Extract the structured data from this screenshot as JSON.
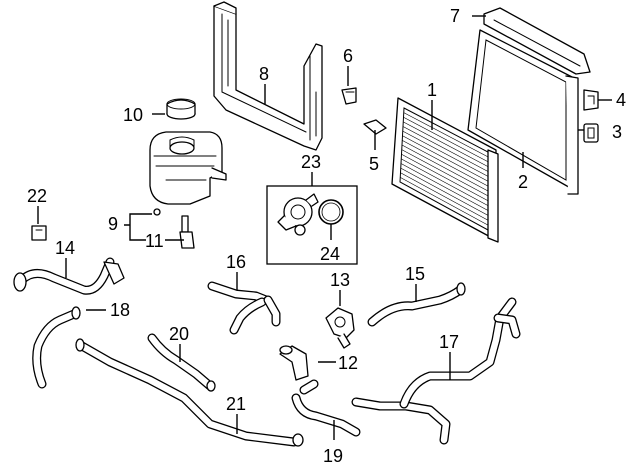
{
  "callouts": {
    "c1": "1",
    "c2": "2",
    "c3": "3",
    "c4": "4",
    "c5": "5",
    "c6": "6",
    "c7": "7",
    "c8": "8",
    "c9": "9",
    "c10": "10",
    "c11": "11",
    "c12": "12",
    "c13": "13",
    "c14": "14",
    "c15": "15",
    "c16": "16",
    "c17": "17",
    "c18": "18",
    "c19": "19",
    "c20": "20",
    "c21": "21",
    "c22": "22",
    "c23": "23",
    "c24": "24"
  },
  "parts": [
    {
      "callout": "1",
      "icon": "radiator"
    },
    {
      "callout": "2",
      "icon": "condenser-frame"
    },
    {
      "callout": "3",
      "icon": "mount-cushion"
    },
    {
      "callout": "4",
      "icon": "bracket"
    },
    {
      "callout": "5",
      "icon": "clip"
    },
    {
      "callout": "6",
      "icon": "clip"
    },
    {
      "callout": "7",
      "icon": "upper-support"
    },
    {
      "callout": "8",
      "icon": "radiator-support-frame"
    },
    {
      "callout": "9",
      "icon": "reservoir-assembly"
    },
    {
      "callout": "10",
      "icon": "reservoir-cap"
    },
    {
      "callout": "11",
      "icon": "level-sensor"
    },
    {
      "callout": "12",
      "icon": "hose-elbow"
    },
    {
      "callout": "13",
      "icon": "thermostat-housing"
    },
    {
      "callout": "14",
      "icon": "upper-hose"
    },
    {
      "callout": "15",
      "icon": "hose"
    },
    {
      "callout": "16",
      "icon": "hose"
    },
    {
      "callout": "17",
      "icon": "hose"
    },
    {
      "callout": "18",
      "icon": "hose"
    },
    {
      "callout": "19",
      "icon": "hose"
    },
    {
      "callout": "20",
      "icon": "hose"
    },
    {
      "callout": "21",
      "icon": "hose"
    },
    {
      "callout": "22",
      "icon": "sensor"
    },
    {
      "callout": "23",
      "icon": "water-pump-kit"
    },
    {
      "callout": "24",
      "icon": "gasket"
    }
  ]
}
